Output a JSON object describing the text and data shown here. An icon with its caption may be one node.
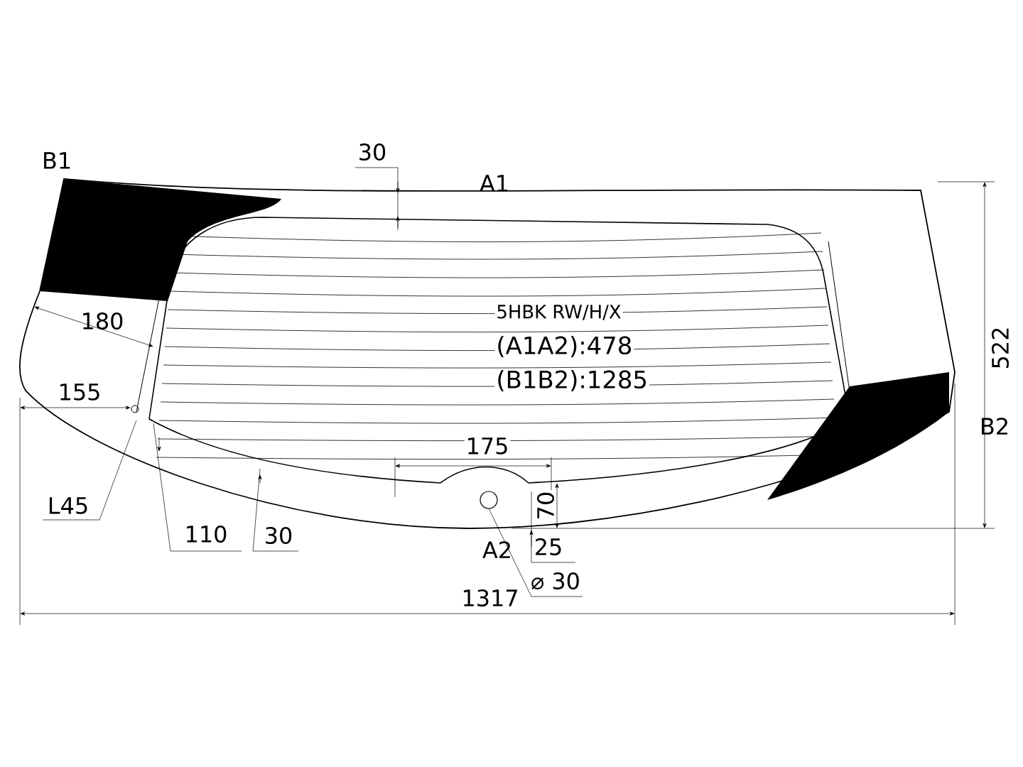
{
  "diagram": {
    "labels": [
      "B1",
      "30",
      "A1",
      "180",
      "5HBK RW/H/X",
      "(A1A2):478",
      "(B1B2):1285",
      "522",
      "155",
      "B2",
      "175",
      "L45",
      "70",
      "110",
      "30",
      "A2",
      "25",
      "⌀ 30",
      "1317"
    ]
  }
}
